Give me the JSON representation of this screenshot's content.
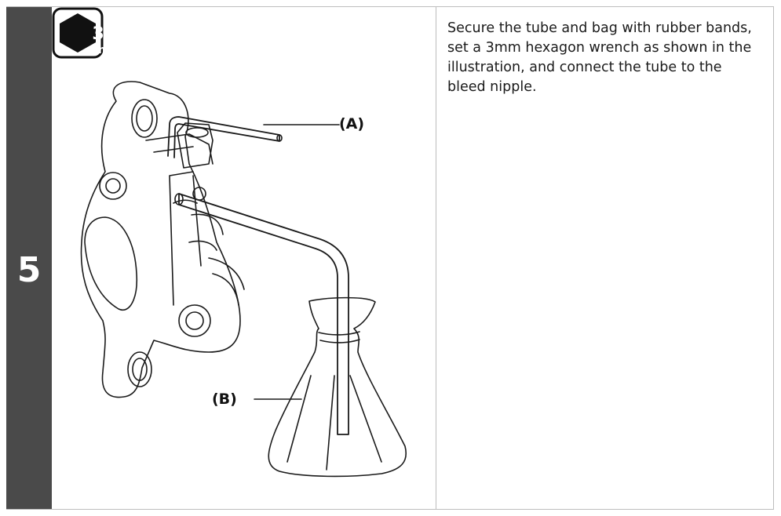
{
  "step": {
    "number": "5"
  },
  "tool": {
    "size_top": "3",
    "size_unit": "mm"
  },
  "labels": {
    "a": "(A)",
    "b": "(B)"
  },
  "instruction": "Secure the tube and bag with rubber bands, set a 3mm hexagon wrench as shown in the illustration, and connect the tube to the bleed nipple.",
  "colors": {
    "step_bar": "#4a4a4a",
    "border": "#bdbdbd",
    "line_art": "#1a1a1a"
  }
}
